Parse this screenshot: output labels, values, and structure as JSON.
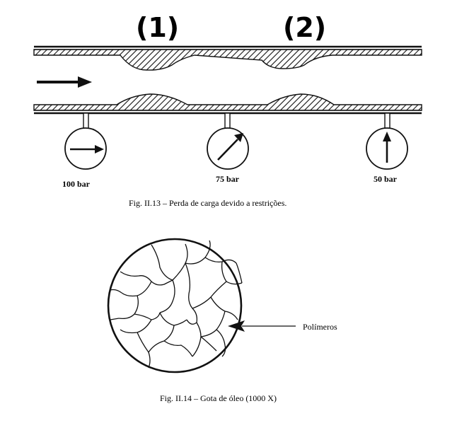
{
  "fig13": {
    "restriction_1": "(1)",
    "restriction_2": "(2)",
    "gauges": [
      {
        "reading": "100 bar"
      },
      {
        "reading": "75 bar"
      },
      {
        "reading": "50 bar"
      }
    ],
    "caption": "Fig. II.13 – Perda de carga devido a restrições."
  },
  "fig14": {
    "pointer_label": "Polímeros",
    "caption": "Fig. II.14 – Gota de óleo (1000 X)"
  },
  "colors": {
    "ink": "#111111",
    "paper": "#ffffff"
  }
}
